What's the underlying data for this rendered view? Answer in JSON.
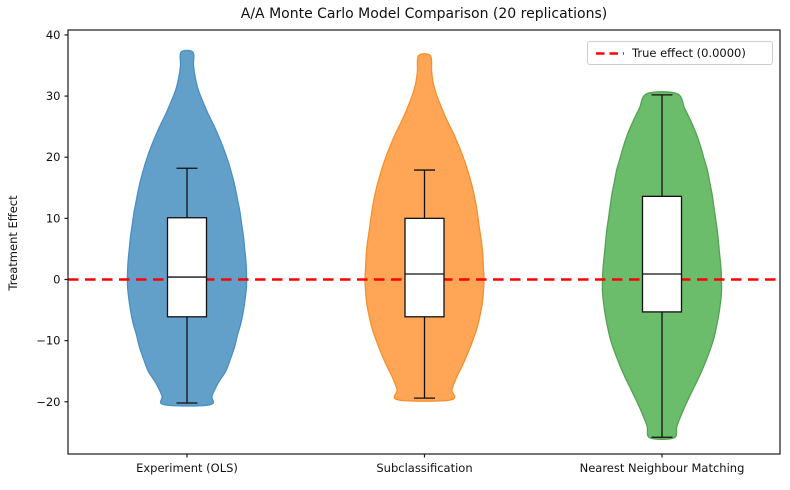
{
  "figure": {
    "title": "A/A Monte Carlo Model Comparison (20 replications)",
    "ylabel": "Treatment Effect"
  },
  "legend": {
    "label": "True effect (0.0000)",
    "line_color": "#ff0000",
    "line_style": "dashed"
  },
  "chart_data": {
    "type": "violin",
    "title": "A/A Monte Carlo Model Comparison (20 replications)",
    "xlabel": "",
    "ylabel": "Treatment Effect",
    "ylim": [
      -28.5,
      40.8
    ],
    "yticks": [
      40,
      30,
      20,
      10,
      0,
      -10,
      -20
    ],
    "grid": false,
    "legend_position": "upper right",
    "categories": [
      "Experiment (OLS)",
      "Subclassification",
      "Nearest Neighbour Matching"
    ],
    "reference_line": {
      "value": 0.0,
      "label": "True effect (0.0000)",
      "color": "#ff0000",
      "style": "dashed"
    },
    "series": [
      {
        "name": "Experiment (OLS)",
        "fill": "#62a0ca",
        "edge": "#4a8fc2",
        "violin_max": 37.2,
        "violin_min": -20.5,
        "whisker_high": 18.2,
        "q3": 10.1,
        "median": 0.4,
        "q1": -6.1,
        "whisker_low": -20.2,
        "density_profile": [
          [
            37.2,
            0.1
          ],
          [
            35,
            0.11
          ],
          [
            33,
            0.14
          ],
          [
            31,
            0.19
          ],
          [
            29,
            0.27
          ],
          [
            27,
            0.36
          ],
          [
            25,
            0.46
          ],
          [
            23,
            0.55
          ],
          [
            21,
            0.63
          ],
          [
            19,
            0.7
          ],
          [
            17,
            0.76
          ],
          [
            15,
            0.81
          ],
          [
            13,
            0.85
          ],
          [
            11,
            0.89
          ],
          [
            9,
            0.92
          ],
          [
            7,
            0.95
          ],
          [
            5,
            0.97
          ],
          [
            3,
            0.99
          ],
          [
            1,
            1.0
          ],
          [
            -1,
            1.0
          ],
          [
            -3,
            0.98
          ],
          [
            -5,
            0.95
          ],
          [
            -7,
            0.91
          ],
          [
            -9,
            0.85
          ],
          [
            -11,
            0.8
          ],
          [
            -13,
            0.73
          ],
          [
            -15,
            0.65
          ],
          [
            -17,
            0.52
          ],
          [
            -19,
            0.42
          ],
          [
            -20.5,
            0.38
          ]
        ]
      },
      {
        "name": "Subclassification",
        "fill": "#ffa556",
        "edge": "#f5912c",
        "violin_max": 36.6,
        "violin_min": -19.7,
        "whisker_high": 17.9,
        "q3": 10.0,
        "median": 0.9,
        "q1": -6.1,
        "whisker_low": -19.4,
        "density_profile": [
          [
            36.6,
            0.1
          ],
          [
            34,
            0.12
          ],
          [
            32,
            0.15
          ],
          [
            30,
            0.21
          ],
          [
            28,
            0.29
          ],
          [
            26,
            0.38
          ],
          [
            24,
            0.48
          ],
          [
            22,
            0.57
          ],
          [
            20,
            0.65
          ],
          [
            18,
            0.72
          ],
          [
            16,
            0.78
          ],
          [
            14,
            0.83
          ],
          [
            12,
            0.87
          ],
          [
            10,
            0.9
          ],
          [
            8,
            0.93
          ],
          [
            6,
            0.96
          ],
          [
            4,
            0.98
          ],
          [
            2,
            0.99
          ],
          [
            0,
            1.0
          ],
          [
            -2,
            0.99
          ],
          [
            -4,
            0.97
          ],
          [
            -6,
            0.93
          ],
          [
            -8,
            0.88
          ],
          [
            -10,
            0.81
          ],
          [
            -12,
            0.73
          ],
          [
            -14,
            0.64
          ],
          [
            -16,
            0.54
          ],
          [
            -18,
            0.46
          ],
          [
            -19.7,
            0.44
          ]
        ]
      },
      {
        "name": "Nearest Neighbour Matching",
        "fill": "#6bbc6b",
        "edge": "#54a254",
        "violin_max": 30.4,
        "violin_min": -25.9,
        "whisker_high": 30.2,
        "q3": 13.6,
        "median": 0.9,
        "q1": -5.3,
        "whisker_low": -25.8,
        "density_profile": [
          [
            30.4,
            0.25
          ],
          [
            28,
            0.38
          ],
          [
            26,
            0.48
          ],
          [
            24,
            0.57
          ],
          [
            22,
            0.64
          ],
          [
            20,
            0.7
          ],
          [
            18,
            0.76
          ],
          [
            16,
            0.8
          ],
          [
            14,
            0.84
          ],
          [
            12,
            0.87
          ],
          [
            10,
            0.9
          ],
          [
            8,
            0.93
          ],
          [
            6,
            0.95
          ],
          [
            4,
            0.97
          ],
          [
            2,
            0.99
          ],
          [
            0,
            1.0
          ],
          [
            -2,
            1.0
          ],
          [
            -4,
            0.98
          ],
          [
            -6,
            0.95
          ],
          [
            -8,
            0.91
          ],
          [
            -10,
            0.86
          ],
          [
            -12,
            0.79
          ],
          [
            -14,
            0.71
          ],
          [
            -16,
            0.62
          ],
          [
            -18,
            0.52
          ],
          [
            -20,
            0.42
          ],
          [
            -22,
            0.33
          ],
          [
            -24,
            0.25
          ],
          [
            -25.9,
            0.2
          ]
        ]
      }
    ]
  }
}
